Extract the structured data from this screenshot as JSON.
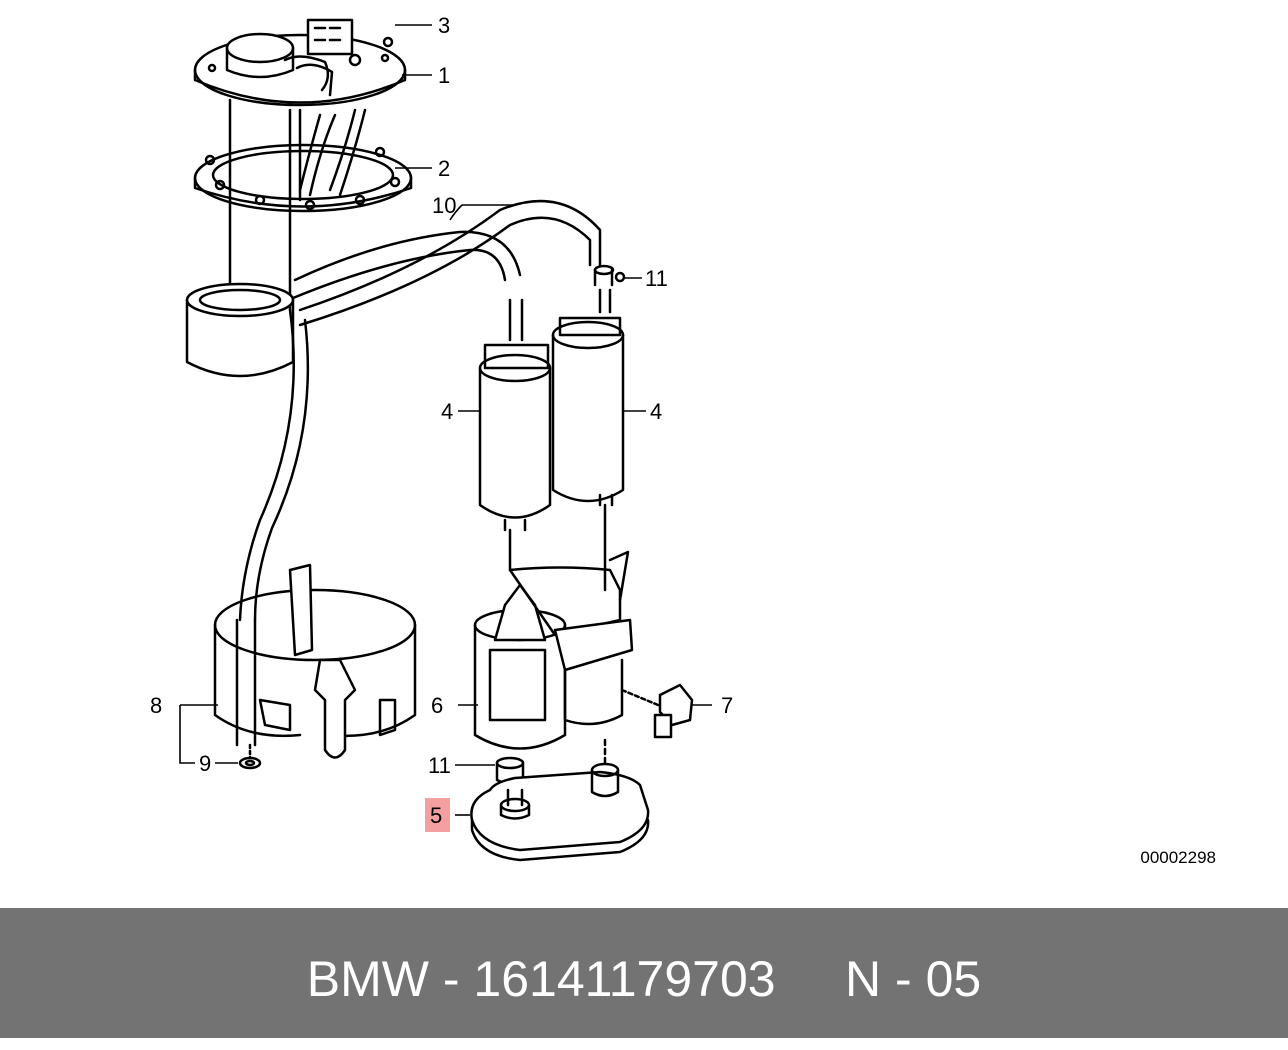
{
  "diagram": {
    "reference_number": "00002298",
    "highlight_color": "#f4a0a0",
    "callouts": {
      "c1": "1",
      "c2": "2",
      "c3": "3",
      "c4_left": "4",
      "c4_right": "4",
      "c5": "5",
      "c6": "6",
      "c7": "7",
      "c8": "8",
      "c9": "9",
      "c10": "10",
      "c11_top": "11",
      "c11_bottom": "11"
    }
  },
  "footer": {
    "background": "#737373",
    "caption": "BMW - 16141179703     N - 05"
  }
}
